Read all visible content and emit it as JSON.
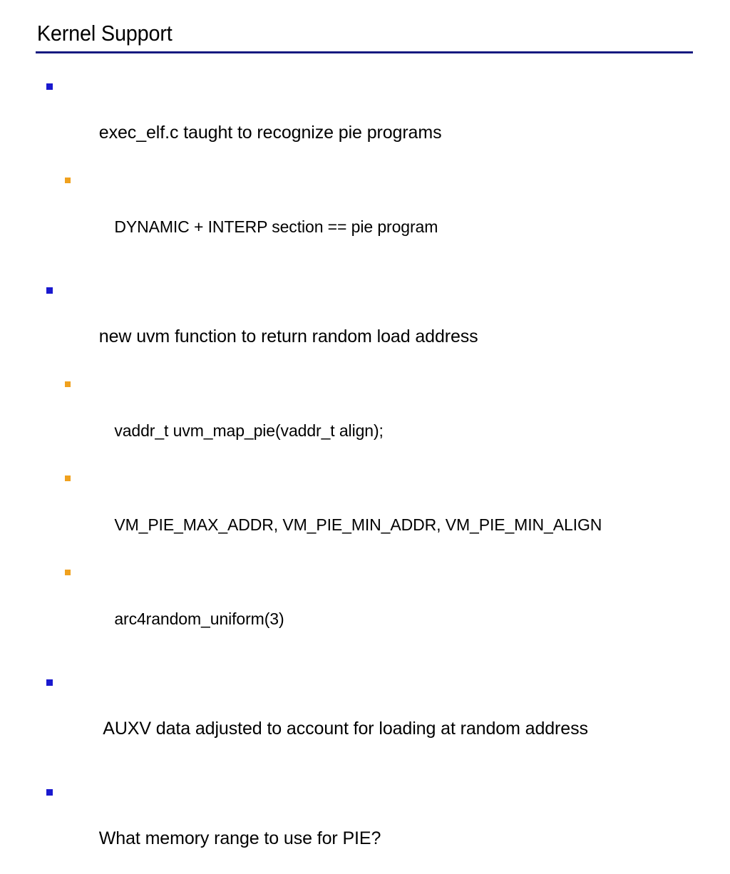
{
  "slide": {
    "title": "Kernel Support",
    "title_rule_color": "#151a80",
    "background_color": "#ffffff",
    "text_color": "#000000",
    "bullet_level1_color": "#1a19cf",
    "bullet_level2_color": "#f0a11e",
    "groups": [
      {
        "lines": [
          {
            "level": 1,
            "text": "exec_elf.c taught to recognize pie programs"
          },
          {
            "level": 2,
            "text": "DYNAMIC + INTERP section == pie program"
          }
        ]
      },
      {
        "lines": [
          {
            "level": 1,
            "text": "new uvm function to return random load address"
          },
          {
            "level": 2,
            "text": "vaddr_t uvm_map_pie(vaddr_t align);"
          },
          {
            "level": 2,
            "text": "VM_PIE_MAX_ADDR, VM_PIE_MIN_ADDR, VM_PIE_MIN_ALIGN"
          },
          {
            "level": 2,
            "text": "arc4random_uniform(3)"
          }
        ]
      },
      {
        "lines": [
          {
            "level": 1,
            "text": " AUXV data adjusted to account for loading at random address"
          }
        ]
      },
      {
        "lines": [
          {
            "level": 1,
            "text": "What memory range to use for PIE?"
          }
        ]
      }
    ]
  }
}
